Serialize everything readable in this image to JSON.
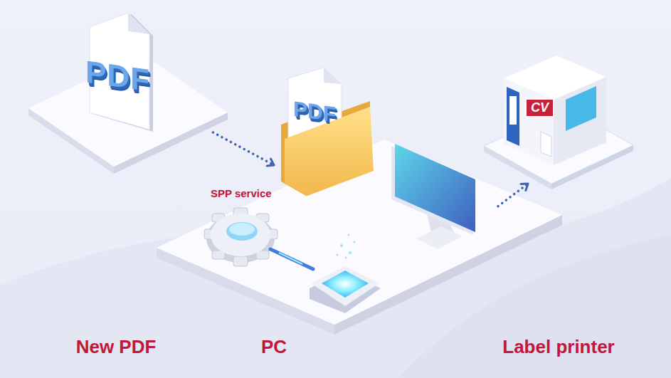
{
  "diagram": {
    "nodes": [
      {
        "text": [
          "New PDF"
        ]
      },
      {
        "text": [
          "PC"
        ]
      },
      {
        "text": [
          "Label printer"
        ]
      }
    ],
    "edges": [
      {
        "from": 0,
        "to": 1,
        "arrow": "to"
      },
      {
        "from": 1,
        "to": 2,
        "arrow": "to"
      }
    ],
    "labels": [
      "PDF",
      "PDF",
      "SPP service",
      "CV"
    ]
  }
}
